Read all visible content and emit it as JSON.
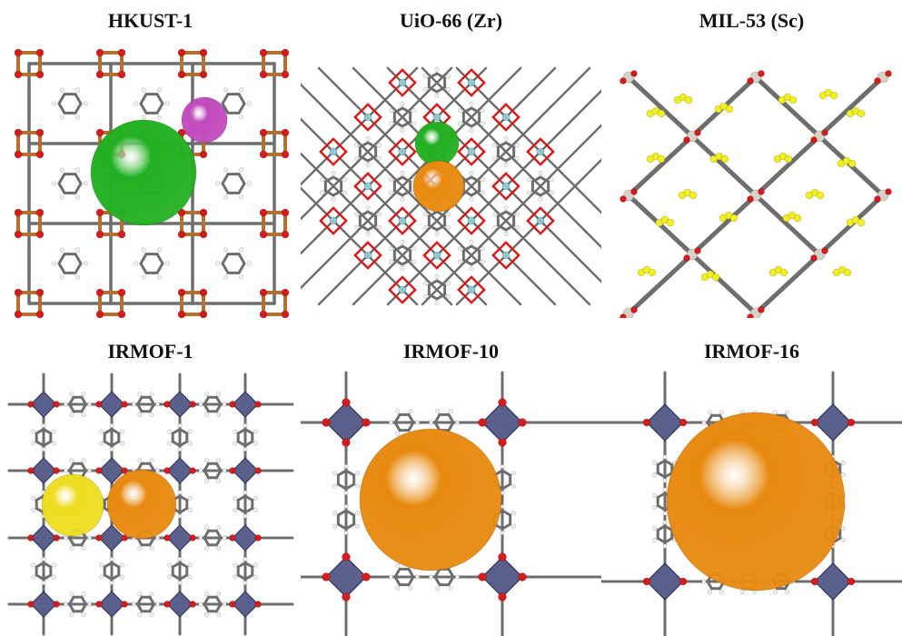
{
  "panels": [
    {
      "title": "HKUST-1",
      "kind": "hkust",
      "cavities": [
        {
          "color": "green-sphere"
        },
        {
          "color": "magenta-sphere"
        }
      ]
    },
    {
      "title": "UiO-66 (Zr)",
      "kind": "uio",
      "cavities": [
        {
          "color": "green-sphere"
        },
        {
          "color": "orange-sphere"
        }
      ]
    },
    {
      "title": "MIL-53 (Sc)",
      "kind": "mil",
      "cavities": []
    },
    {
      "title": "IRMOF-1",
      "kind": "irmof1",
      "cavities": [
        {
          "color": "yellow-sphere"
        },
        {
          "color": "orange-sphere"
        }
      ]
    },
    {
      "title": "IRMOF-10",
      "kind": "irmof10",
      "cavities": [
        {
          "color": "orange-sphere"
        }
      ]
    },
    {
      "title": "IRMOF-16",
      "kind": "irmof16",
      "cavities": [
        {
          "color": "orange-sphere"
        }
      ]
    }
  ],
  "colors": {
    "carbon": "#6e6e6e",
    "oxygen": "#d41c1c",
    "hydrogen": "#f2f2f2",
    "copper": "#b5702e",
    "zinc_poly": "#5b5f8c",
    "zirconium": "#8fc9cf",
    "scandium": "#d9d2c8",
    "guest": "#f2ee24",
    "sphere_green": "#22b022",
    "sphere_orange": "#e88a10",
    "sphere_yellow": "#eedd20",
    "sphere_magenta": "#c24bbd"
  }
}
